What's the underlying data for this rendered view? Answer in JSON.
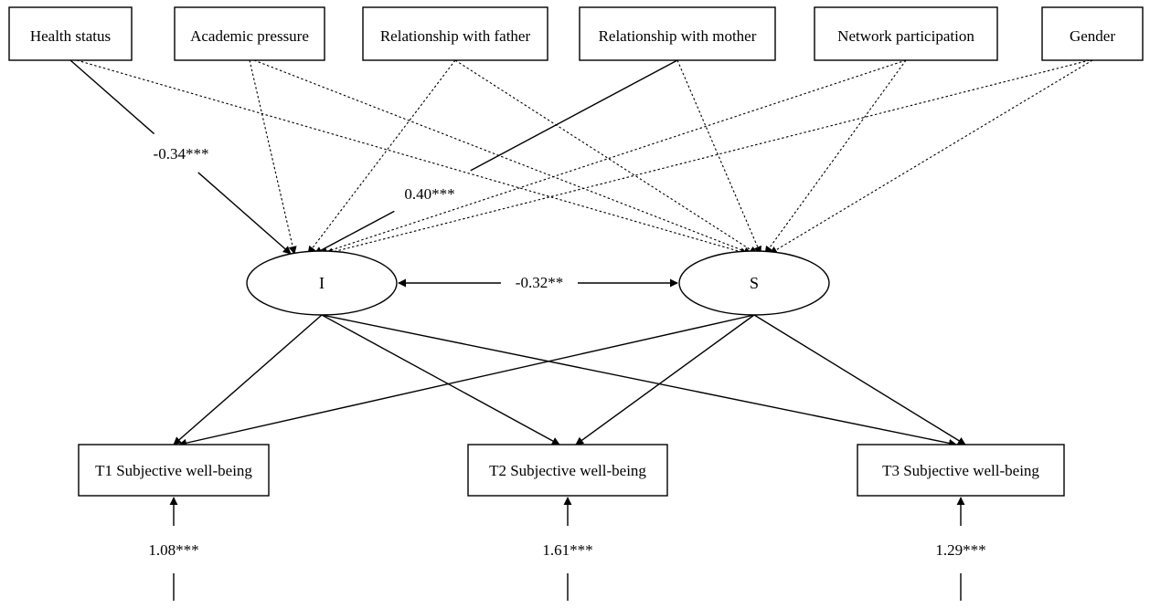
{
  "predictors": [
    {
      "id": "health",
      "label": "Health status"
    },
    {
      "id": "academic",
      "label": "Academic pressure"
    },
    {
      "id": "father",
      "label": "Relationship with father"
    },
    {
      "id": "mother",
      "label": "Relationship with mother"
    },
    {
      "id": "network",
      "label": "Network participation"
    },
    {
      "id": "gender",
      "label": "Gender"
    }
  ],
  "latents": [
    {
      "id": "I",
      "label": "I"
    },
    {
      "id": "S",
      "label": "S"
    }
  ],
  "outcomes": [
    {
      "id": "t1",
      "label": "T1 Subjective well-being"
    },
    {
      "id": "t2",
      "label": "T2 Subjective well-being"
    },
    {
      "id": "t3",
      "label": "T3 Subjective well-being"
    }
  ],
  "paths": [
    {
      "from": "health",
      "to": "I",
      "style": "solid",
      "coef": "-0.34***"
    },
    {
      "from": "health",
      "to": "S",
      "style": "dotted"
    },
    {
      "from": "academic",
      "to": "I",
      "style": "dotted"
    },
    {
      "from": "academic",
      "to": "S",
      "style": "dotted"
    },
    {
      "from": "father",
      "to": "I",
      "style": "dotted"
    },
    {
      "from": "father",
      "to": "S",
      "style": "dotted"
    },
    {
      "from": "mother",
      "to": "I",
      "style": "solid",
      "coef": "0.40***"
    },
    {
      "from": "mother",
      "to": "S",
      "style": "dotted"
    },
    {
      "from": "network",
      "to": "I",
      "style": "dotted"
    },
    {
      "from": "network",
      "to": "S",
      "style": "dotted"
    },
    {
      "from": "gender",
      "to": "I",
      "style": "dotted"
    },
    {
      "from": "gender",
      "to": "S",
      "style": "dotted"
    },
    {
      "from": "I",
      "to": "t1",
      "style": "solid"
    },
    {
      "from": "I",
      "to": "t2",
      "style": "solid"
    },
    {
      "from": "I",
      "to": "t3",
      "style": "solid"
    },
    {
      "from": "S",
      "to": "t1",
      "style": "solid"
    },
    {
      "from": "S",
      "to": "t2",
      "style": "solid"
    },
    {
      "from": "S",
      "to": "t3",
      "style": "solid"
    }
  ],
  "covariance": {
    "between": [
      "I",
      "S"
    ],
    "coef": "-0.32**"
  },
  "residuals": [
    {
      "to": "t1",
      "coef": "1.08***"
    },
    {
      "to": "t2",
      "coef": "1.61***"
    },
    {
      "to": "t3",
      "coef": "1.29***"
    }
  ]
}
